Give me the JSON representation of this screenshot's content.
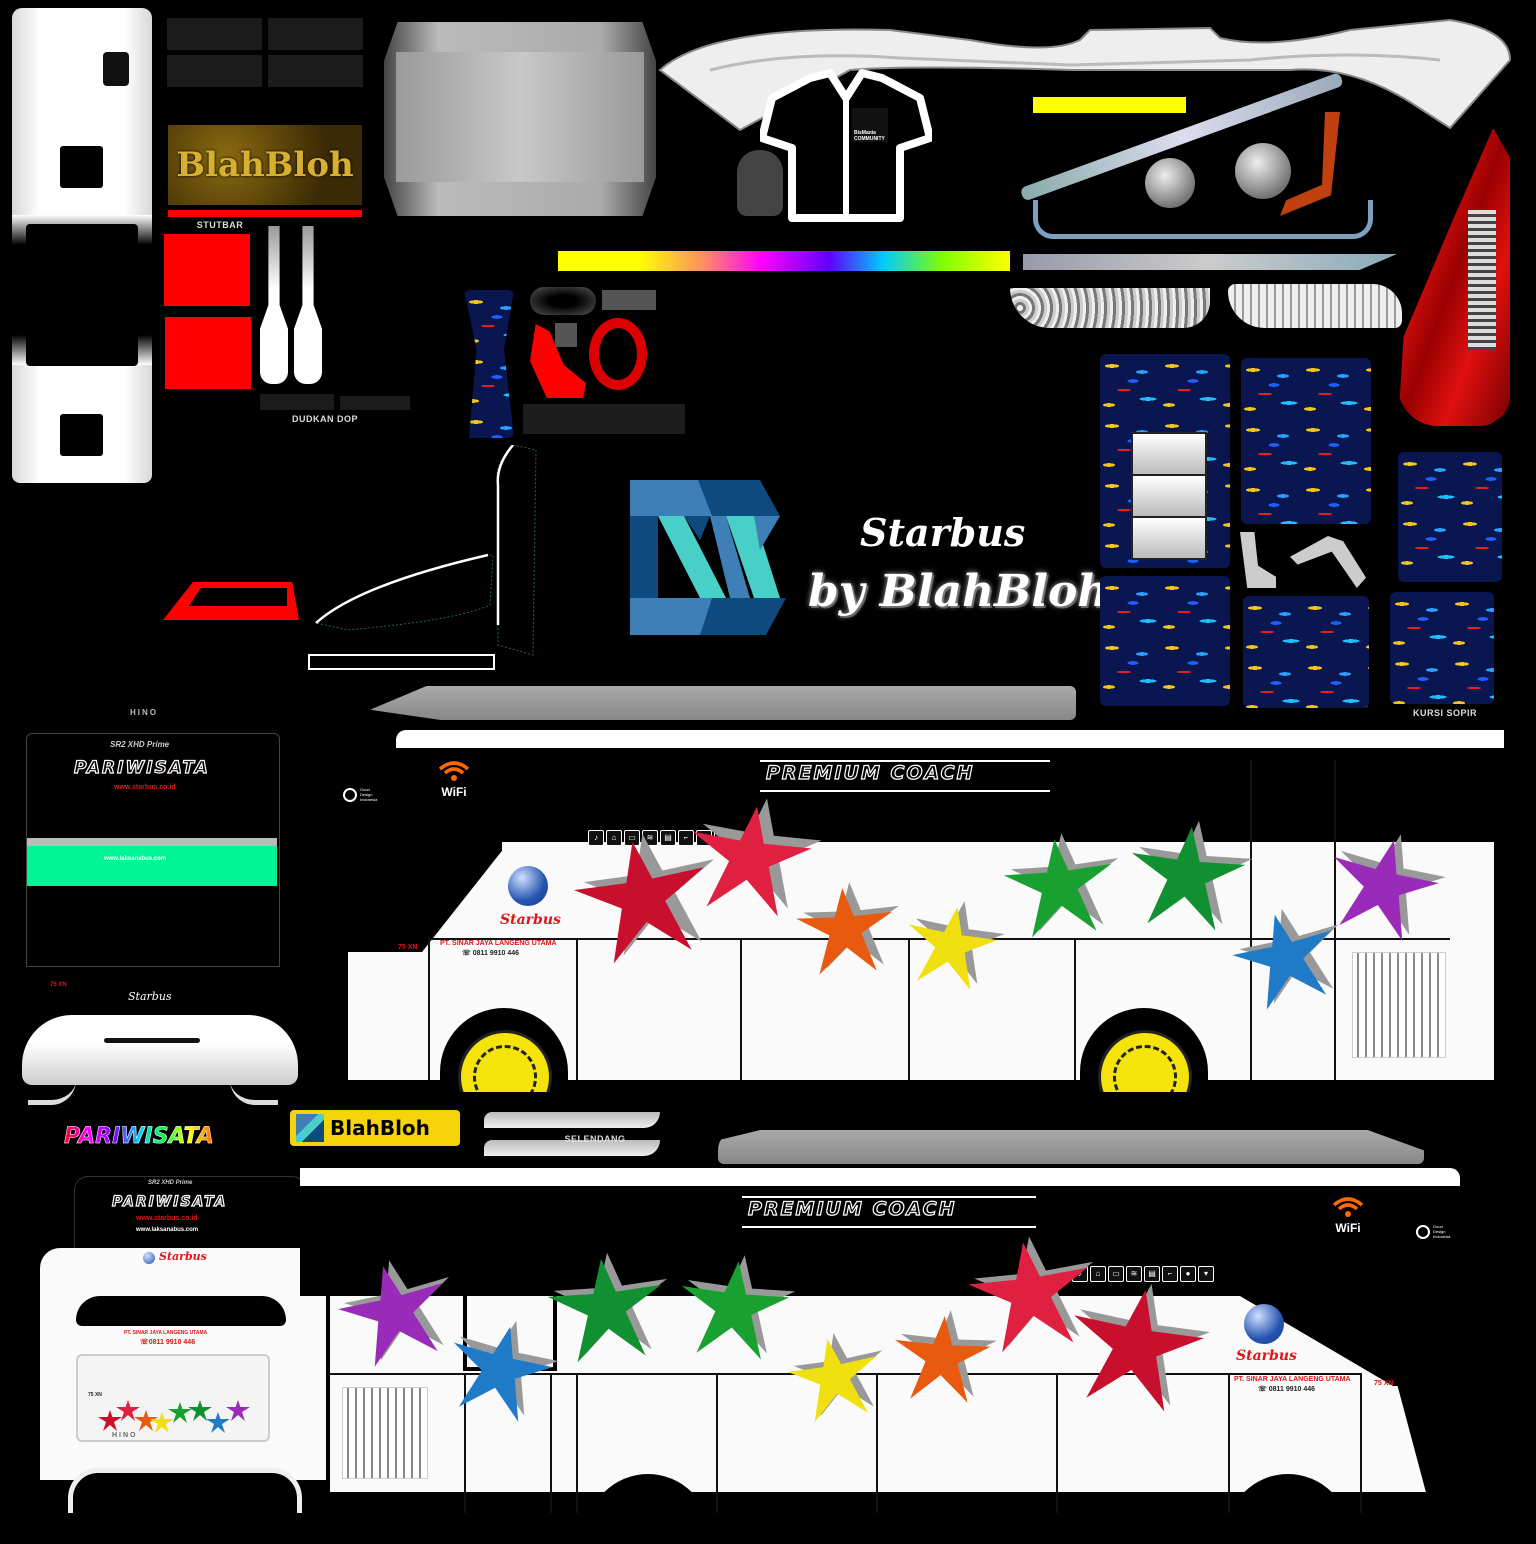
{
  "atlas": {
    "title": "Starbus by BlahBloh",
    "background": "#000000"
  },
  "top_row": {
    "blahbloh_banner": "BlahBloh",
    "label_stutbar": "STUTBAR",
    "label_dudkan_dop": "DUDKAN DOP",
    "shirt_badge": "BisMania COMMUNITY",
    "rainbow_strip_colors": [
      "#ffff00",
      "#ff8c40",
      "#ff00ff",
      "#8000ff",
      "#0080ff",
      "#00ffff",
      "#80ff00",
      "#ffff00"
    ],
    "yellow_bar_color": "#ffff00"
  },
  "logo": {
    "brand_line1": "Starbus",
    "brand_line2": "by BlahBloh",
    "colors": {
      "dark_blue": "#0e4a7e",
      "mid_blue": "#3f7fb8",
      "teal": "#48d0c8"
    }
  },
  "seats": {
    "label_kursi_sopir": "KURSI SOPIR",
    "fabric_color": "#0a1650"
  },
  "front_view": {
    "brand_top": "HINO",
    "model_badge": "SR2 XHD Prime",
    "route_sign": "PARIWISATA",
    "website_red": "www.starbus.co.id",
    "website_green_band": "www.laksanabus.com",
    "band_color": "#00f594",
    "plate_code": "75 XN",
    "script_name": "Starbus"
  },
  "side_right": {
    "header_sign": "PREMIUM COACH",
    "wifi_label": "WiFi",
    "wifi_color": "#ff6a00",
    "good_design": [
      "Good",
      "Design",
      "Indonesia"
    ],
    "brand_name": "Starbus",
    "company_name": "PT. SINAR JAYA LANGENG UTAMA",
    "phone": "0811 9910 446",
    "plate_code": "75 XN",
    "amenity_icons": [
      "karaoke",
      "toilet",
      "tv",
      "wifi",
      "ac",
      "leg-rest",
      "meal",
      "coffee"
    ],
    "stars": [
      {
        "color": "#c8102e"
      },
      {
        "color": "#e02040"
      },
      {
        "color": "#e85a10"
      },
      {
        "color": "#f0e010"
      },
      {
        "color": "#18a030"
      },
      {
        "color": "#109030"
      },
      {
        "color": "#1f7ac8"
      },
      {
        "color": "#9a2ab8"
      }
    ]
  },
  "bottom_row": {
    "rainbow_sign": "PARIWISATA",
    "sticker_brand": "BlahBloh",
    "sticker_bg": "#f5d40a",
    "label_selendang": "SELENDANG"
  },
  "rear_view": {
    "model_badge": "SR2 XHD Prime",
    "route_sign": "PARIWISATA",
    "website_red": "www.starbus.co.id",
    "website_white": "www.laksanabus.com",
    "brand_name": "Starbus",
    "company_name": "PT. SINAR JAYA LANGENG UTAMA",
    "phone": "0811 9910 446",
    "plate_code": "75 XN",
    "brand_bottom": "HINO"
  },
  "side_left": {
    "header_sign": "PREMIUM COACH",
    "wifi_label": "WiFi",
    "good_design": [
      "Good",
      "Design",
      "Indonesia"
    ],
    "brand_name": "Starbus",
    "company_name": "PT. SINAR JAYA LANGENG UTAMA",
    "phone": "0811 9910 446",
    "plate_code": "75 XN"
  }
}
